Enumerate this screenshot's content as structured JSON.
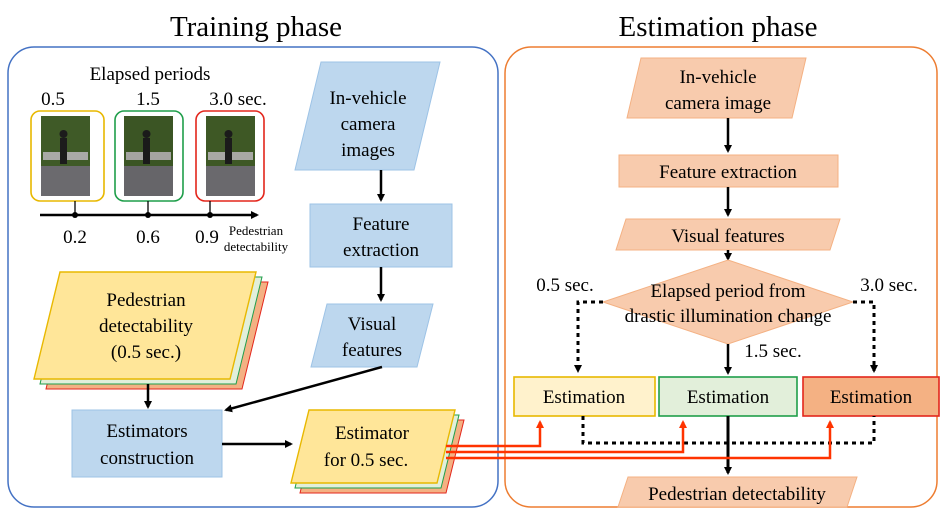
{
  "training": {
    "title": "Training phase",
    "elapsed_label": "Elapsed periods",
    "periods": [
      "0.5",
      "1.5",
      "3.0 sec."
    ],
    "period_colors": [
      "#e8b800",
      "#1f9e4a",
      "#e3261c"
    ],
    "detectability_values": [
      "0.2",
      "0.6",
      "0.9"
    ],
    "axis_label_line1": "Pedestrian",
    "axis_label_line2": "detectability",
    "camera_images": [
      "In-vehicle",
      "camera",
      "images"
    ],
    "feature_extraction": [
      "Feature",
      "extraction"
    ],
    "visual_features": [
      "Visual",
      "features"
    ],
    "pedestrian_detectability": [
      "Pedestrian",
      "detectability",
      "(0.5 sec.)"
    ],
    "estimators_construction": [
      "Estimators",
      "construction"
    ],
    "estimator_for": [
      "Estimator",
      "for 0.5 sec."
    ]
  },
  "estimation": {
    "title": "Estimation phase",
    "camera_image": [
      "In-vehicle",
      "camera image"
    ],
    "feature_extraction": "Feature extraction",
    "visual_features": "Visual features",
    "decision": [
      "Elapsed period from",
      "drastic illumination change"
    ],
    "branch_left": "0.5 sec.",
    "branch_mid": "1.5 sec.",
    "branch_right": "3.0 sec.",
    "estimation_labels": [
      "Estimation",
      "Estimation",
      "Estimation"
    ],
    "output": "Pedestrian detectability"
  },
  "colors": {
    "training_title": "#4472c4",
    "estimation_title": "#ed7d31",
    "blue_fill": "#bdd7ee",
    "orange_fill": "#f8cbad",
    "yellow_fill": "#ffe699",
    "green_fill": "#e2efda",
    "red_fill": "#f4b183",
    "red_line": "#ff3300"
  }
}
